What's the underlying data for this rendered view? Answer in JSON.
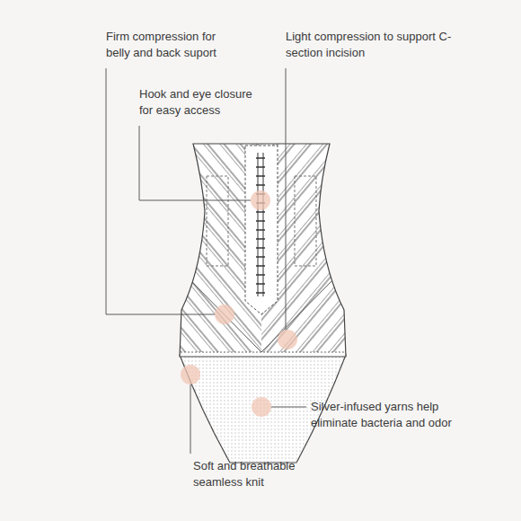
{
  "diagram": {
    "labels": [
      "Firm compression for belly and back suport",
      "Light compression to support C-section incision",
      "Hook and eye closure for easy access",
      "Silver-infused yarns help eliminate bacteria and odor",
      "Soft and breathable seamless knit"
    ]
  }
}
